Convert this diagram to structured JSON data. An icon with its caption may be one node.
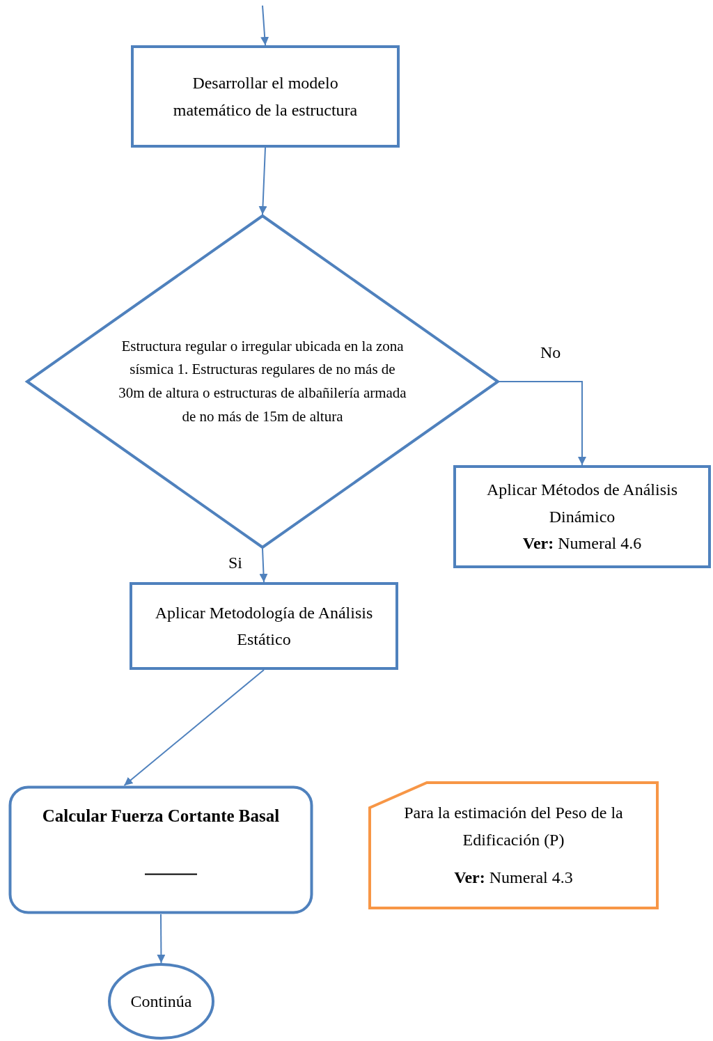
{
  "diagram": {
    "nodes": [
      {
        "text": [
          "Desarrollar el modelo matemático de la estructura"
        ]
      },
      {
        "text": [
          "Estructura regular o irregular ubicada en la zona sísmica 1. Estructuras regulares de no más de 30m de altura o estructuras de albañilería armada de no más de 15m de altura"
        ]
      },
      {
        "text": [
          "Aplicar Métodos de Análisis Dinámico",
          "**Ver:** Numeral 4.6"
        ]
      },
      {
        "text": [
          "Aplicar Metodología de Análisis Estático"
        ]
      },
      {
        "text": [
          "Calcular Fuerza Cortante Basal"
        ]
      },
      {
        "text": [
          "Para la estimación del Peso de la Edificación (P)",
          "**Ver:** Numeral 4.3"
        ]
      },
      {
        "text": [
          "Continúa"
        ]
      }
    ],
    "edges": [
      {
        "from": null,
        "to": 0,
        "arrow": "to"
      },
      {
        "from": 0,
        "to": 1,
        "arrow": "to"
      },
      {
        "from": 1,
        "to": 2,
        "arrow": "to",
        "label": "No"
      },
      {
        "from": 1,
        "to": 3,
        "arrow": "to",
        "label": "Si"
      },
      {
        "from": 3,
        "to": 4,
        "arrow": "to"
      },
      {
        "from": 4,
        "to": 6,
        "arrow": "to"
      }
    ]
  }
}
